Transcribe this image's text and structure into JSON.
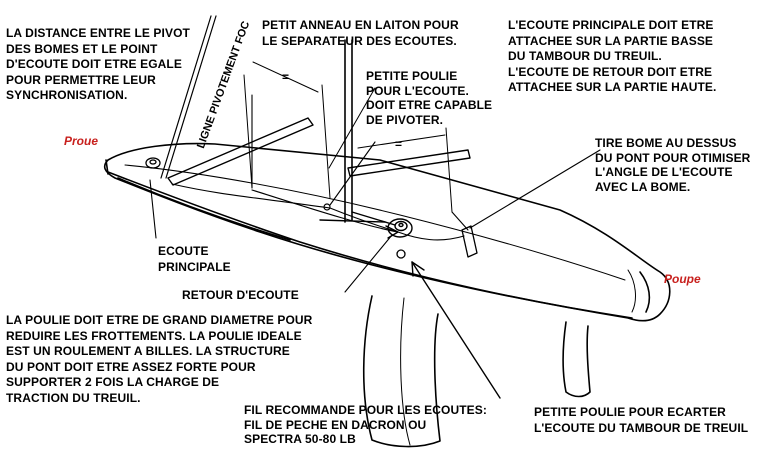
{
  "labels": {
    "pivot_distance": "LA DISTANCE ENTRE LE PIVOT\nDES BOMES ET LE POINT\nD'ECOUTE DOIT ETRE EGALE\nPOUR PERMETTRE LEUR\nSYNCHRONISATION.",
    "jib_pivot_line": "LIGNE PIVOTEMENT FOC",
    "brass_ring": "PETIT ANNEAU EN LAITON POUR\nLE SEPARATEUR DES ECOUTES.",
    "small_pulley": "PETITE POULIE\nPOUR L'ECOUTE.\nDOIT ETRE CAPABLE\nDE PIVOTER.",
    "main_sheet_attach": "L'ECOUTE PRINCIPALE DOIT ETRE\nATTACHEE SUR LA PARTIE BASSE\nDU TAMBOUR DU TREUIL.\nL'ECOUTE DE RETOUR DOIT ETRE\nATTACHEE SUR LA PARTIE HAUTE.",
    "boom_puller": "TIRE BOME AU DESSUS\nDU PONT POUR OTIMISER\nL'ANGLE DE L'ECOUTE\nAVEC LA BOME.",
    "main_sheet": "ECOUTE\nPRINCIPALE",
    "return_sheet": "RETOUR D'ECOUTE",
    "large_pulley": "LA POULIE DOIT ETRE DE GRAND DIAMETRE POUR\nREDUIRE LES FROTTEMENTS. LA POULIE IDEALE\nEST UN ROULEMENT A BILLES. LA STRUCTURE\nDU PONT DOIT ETRE ASSEZ FORTE POUR\nSUPPORTER 2 FOIS LA CHARGE DE\nTRACTION DU TREUIL.",
    "line_recommendation": "FIL RECOMMANDE POUR LES ECOUTES:\nFIL DE PECHE EN DACRON OU\nSPECTRA 50-80 LB",
    "spreader_pulley": "PETITE POULIE POUR ECARTER\nL'ECOUTE DU TAMBOUR DE TREUIL",
    "equal_mark": "="
  },
  "tags": {
    "bow": "Proue",
    "stern": "Poupe"
  },
  "colors": {
    "ink": "#000000",
    "tag": "#c8211e",
    "background": "#ffffff"
  }
}
